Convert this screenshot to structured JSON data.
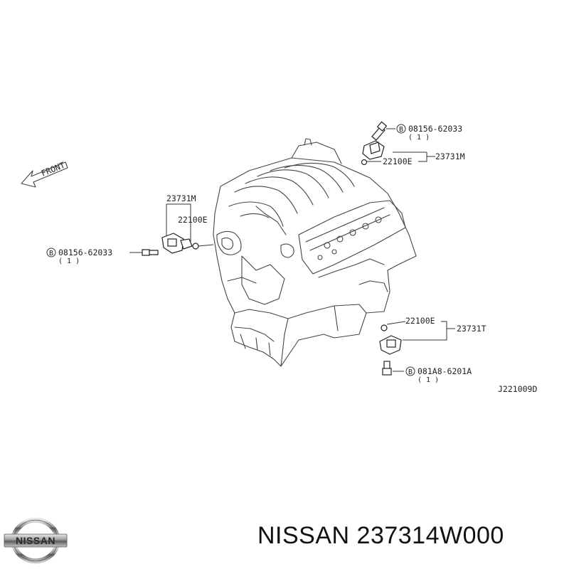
{
  "diagram": {
    "front_label": "FRONT",
    "code": "J221009D",
    "callouts": {
      "top": {
        "bolt_badge": "B",
        "bolt": "08156-62033",
        "qty": "( 1 )",
        "seal": "22100E",
        "sensor": "23731M"
      },
      "left": {
        "sensor": "23731M",
        "seal": "22100E",
        "bolt_badge": "B",
        "bolt": "08156-62033",
        "qty": "( 1 )"
      },
      "bottom": {
        "seal": "22100E",
        "sensor": "23731T",
        "bolt_badge": "B",
        "bolt": "081A8-6201A",
        "qty": "( 1 )"
      }
    }
  },
  "brand": {
    "logo_text": "NISSAN",
    "caption": "NISSAN 237314W000"
  }
}
